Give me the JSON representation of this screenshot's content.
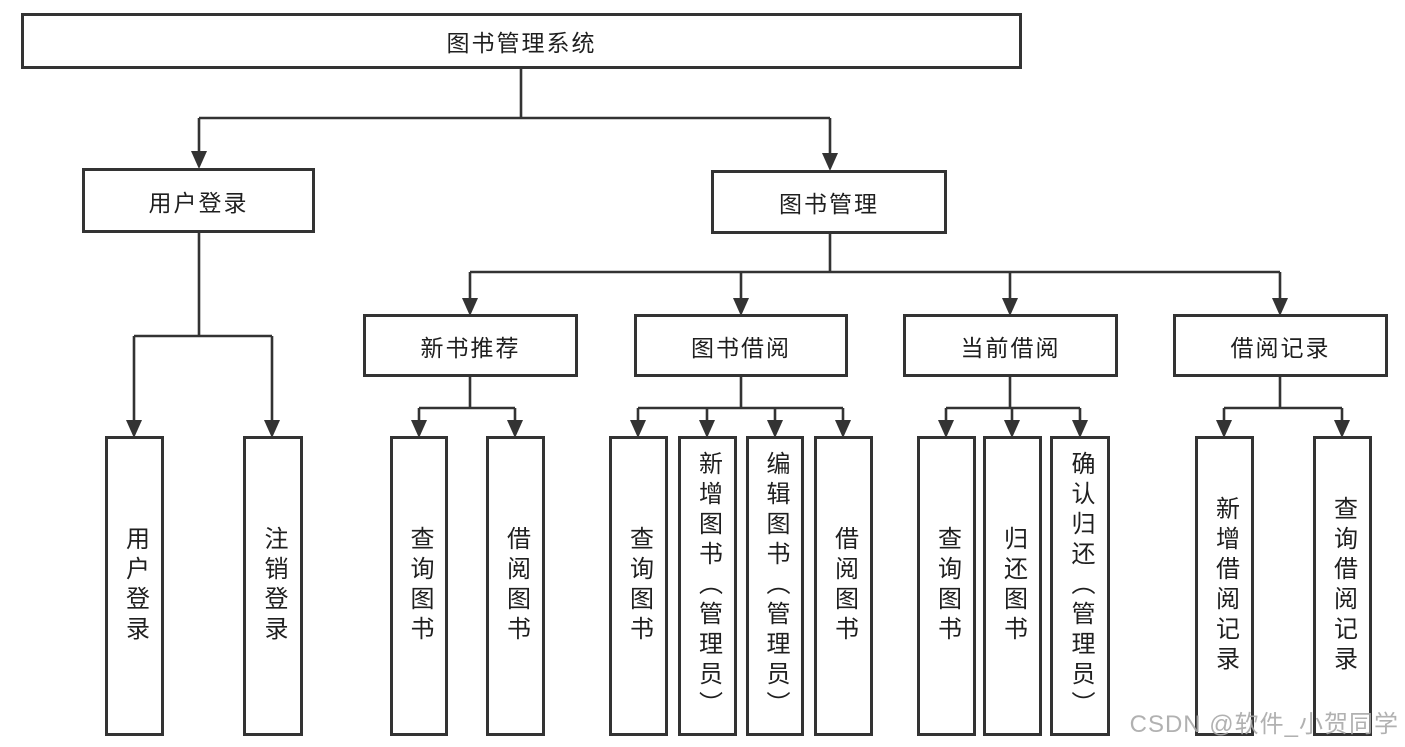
{
  "diagram": {
    "title": "图书管理系统",
    "watermark": "CSDN @软件_小贺同学",
    "line_color": "#333333",
    "box_background": "#ffffff",
    "nodes": {
      "root": {
        "label": "图书管理系统"
      },
      "user_login": {
        "label": "用户登录"
      },
      "book_management": {
        "label": "图书管理"
      },
      "new_book_recommend": {
        "label": "新书推荐"
      },
      "book_borrowing": {
        "label": "图书借阅"
      },
      "current_borrowing": {
        "label": "当前借阅"
      },
      "borrowing_records": {
        "label": "借阅记录"
      },
      "leaf_user_login": {
        "label": "用户登录"
      },
      "leaf_logout": {
        "label": "注销登录"
      },
      "leaf_nbr_query_books": {
        "label": "查询图书"
      },
      "leaf_nbr_borrow_books": {
        "label": "借阅图书"
      },
      "leaf_bb_query_books": {
        "label": "查询图书"
      },
      "leaf_bb_add_books": {
        "label": "新增图书（管理员）"
      },
      "leaf_bb_edit_books": {
        "label": "编辑图书（管理员）"
      },
      "leaf_bb_borrow_books": {
        "label": "借阅图书"
      },
      "leaf_cb_query_books": {
        "label": "查询图书"
      },
      "leaf_cb_return_books": {
        "label": "归还图书"
      },
      "leaf_cb_confirm_return": {
        "label": "确认归还（管理员）"
      },
      "leaf_br_add_record": {
        "label": "新增借阅记录"
      },
      "leaf_br_query_record": {
        "label": "查询借阅记录"
      }
    },
    "hierarchy": {
      "图书管理系统": [
        "用户登录",
        "图书管理"
      ],
      "用户登录": [
        "用户登录",
        "注销登录"
      ],
      "图书管理": [
        "新书推荐",
        "图书借阅",
        "当前借阅",
        "借阅记录"
      ],
      "新书推荐": [
        "查询图书",
        "借阅图书"
      ],
      "图书借阅": [
        "查询图书",
        "新增图书（管理员）",
        "编辑图书（管理员）",
        "借阅图书"
      ],
      "当前借阅": [
        "查询图书",
        "归还图书",
        "确认归还（管理员）"
      ],
      "借阅记录": [
        "新增借阅记录",
        "查询借阅记录"
      ]
    }
  }
}
